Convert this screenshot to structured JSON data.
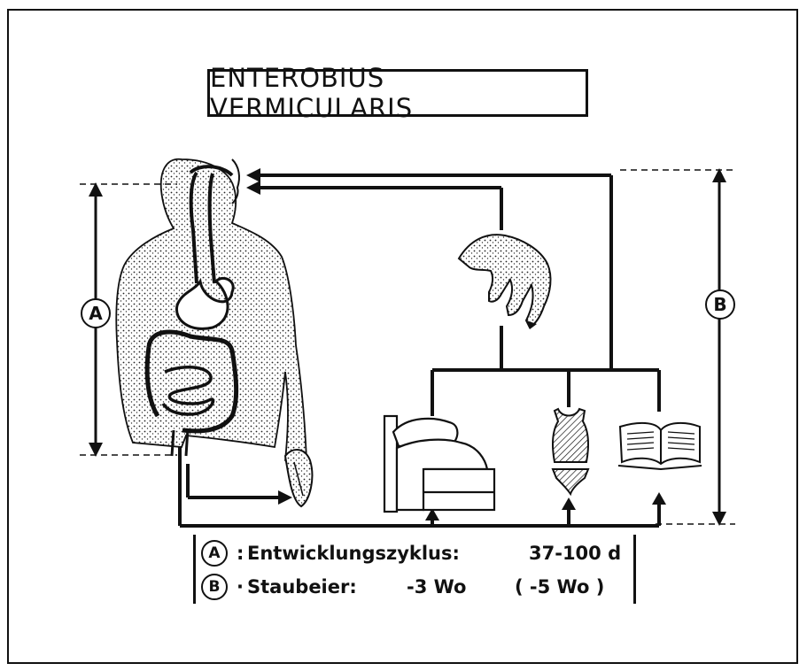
{
  "title": "ENTEROBIUS VERMICULARIS",
  "labels": {
    "a": "A",
    "b": "B"
  },
  "legend": {
    "row_a": {
      "letter": "A",
      "separator": ":",
      "text": "Entwicklungszyklus:",
      "value": "37-100 d"
    },
    "row_b": {
      "letter": "B",
      "separator": "·",
      "text": "Staubeier:",
      "value": "-3 Wo",
      "value2": "( -5 Wo )"
    }
  },
  "icons": [
    "human-body-icon",
    "hand-icon",
    "bed-icon",
    "underwear-icon",
    "book-icon"
  ]
}
